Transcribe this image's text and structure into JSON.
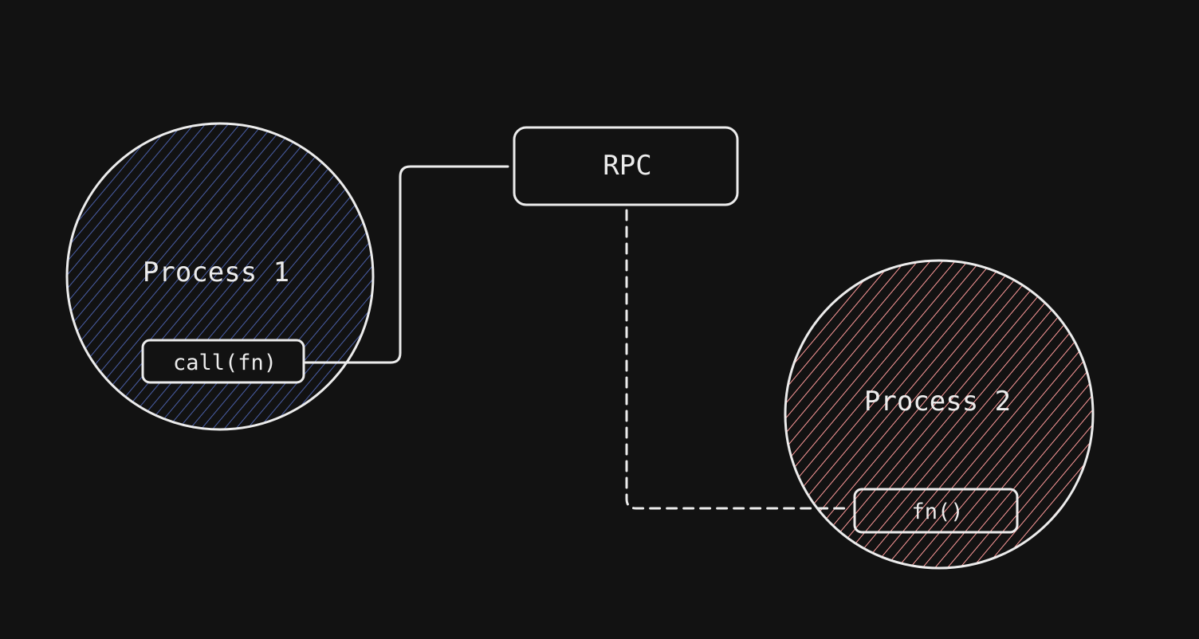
{
  "nodes": {
    "process1": {
      "label": "Process 1",
      "fill_color": "#4a5fa8"
    },
    "process2": {
      "label": "Process 2",
      "fill_color": "#ff9a9a"
    },
    "rpc": {
      "label": "RPC"
    },
    "call": {
      "label": "call(fn)"
    },
    "fn": {
      "label": "fn()"
    }
  },
  "colors": {
    "background": "#121212",
    "stroke": "#ececec"
  }
}
